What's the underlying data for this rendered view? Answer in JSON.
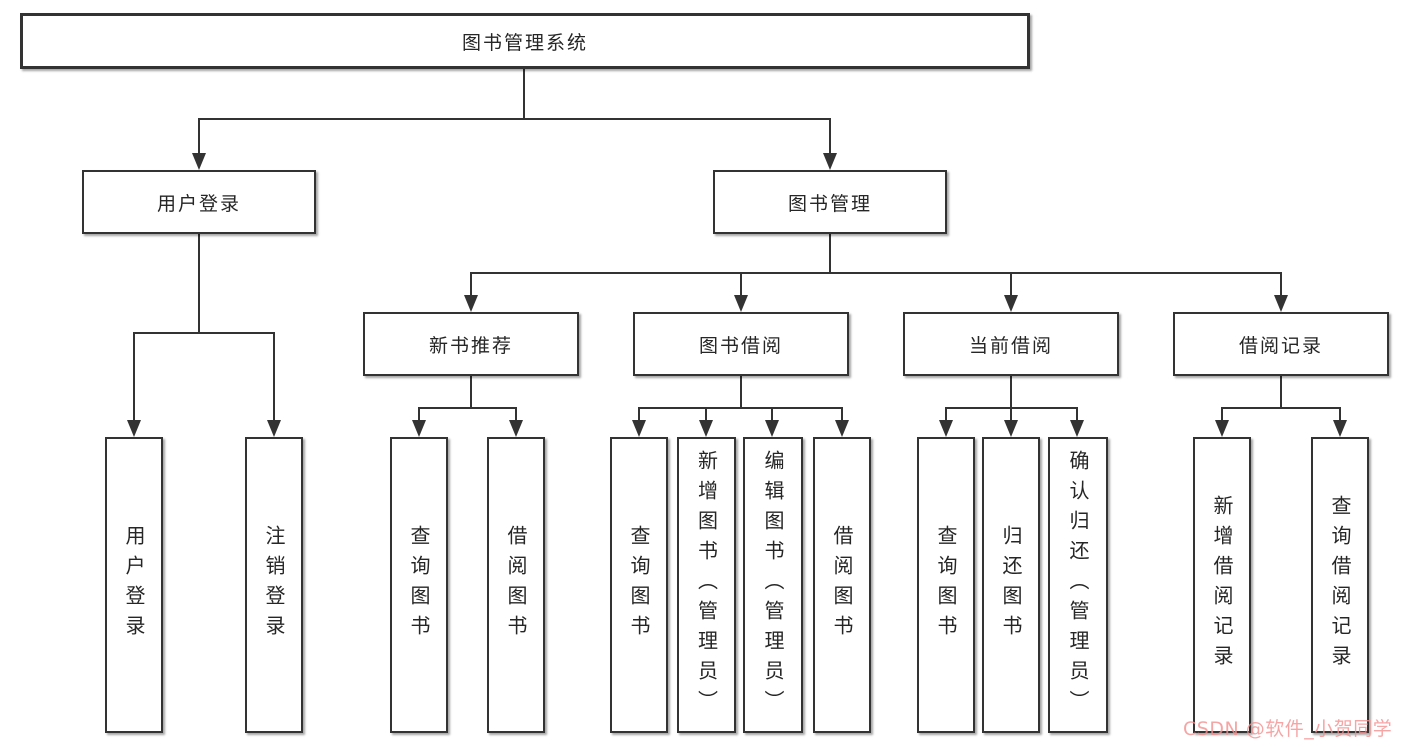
{
  "tree": {
    "root": {
      "label": "图书管理系统",
      "children": [
        {
          "label": "用户登录",
          "children": [
            {
              "label": "用户登录"
            },
            {
              "label": "注销登录"
            }
          ]
        },
        {
          "label": "图书管理",
          "children": [
            {
              "label": "新书推荐",
              "children": [
                {
                  "label": "查询图书"
                },
                {
                  "label": "借阅图书"
                }
              ]
            },
            {
              "label": "图书借阅",
              "children": [
                {
                  "label": "查询图书"
                },
                {
                  "label": "新增图书（管理员）"
                },
                {
                  "label": "编辑图书（管理员）"
                },
                {
                  "label": "借阅图书"
                }
              ]
            },
            {
              "label": "当前借阅",
              "children": [
                {
                  "label": "查询图书"
                },
                {
                  "label": "归还图书"
                },
                {
                  "label": "确认归还（管理员）"
                }
              ]
            },
            {
              "label": "借阅记录",
              "children": [
                {
                  "label": "新增借阅记录"
                },
                {
                  "label": "查询借阅记录"
                }
              ]
            }
          ]
        }
      ]
    }
  },
  "watermark": {
    "text": "CSDN @软件_小贺同学"
  },
  "colors": {
    "line": "#333333",
    "border": "#333333",
    "box_bg": "#ffffff",
    "text": "#262626",
    "watermark": "#f58f8f"
  }
}
